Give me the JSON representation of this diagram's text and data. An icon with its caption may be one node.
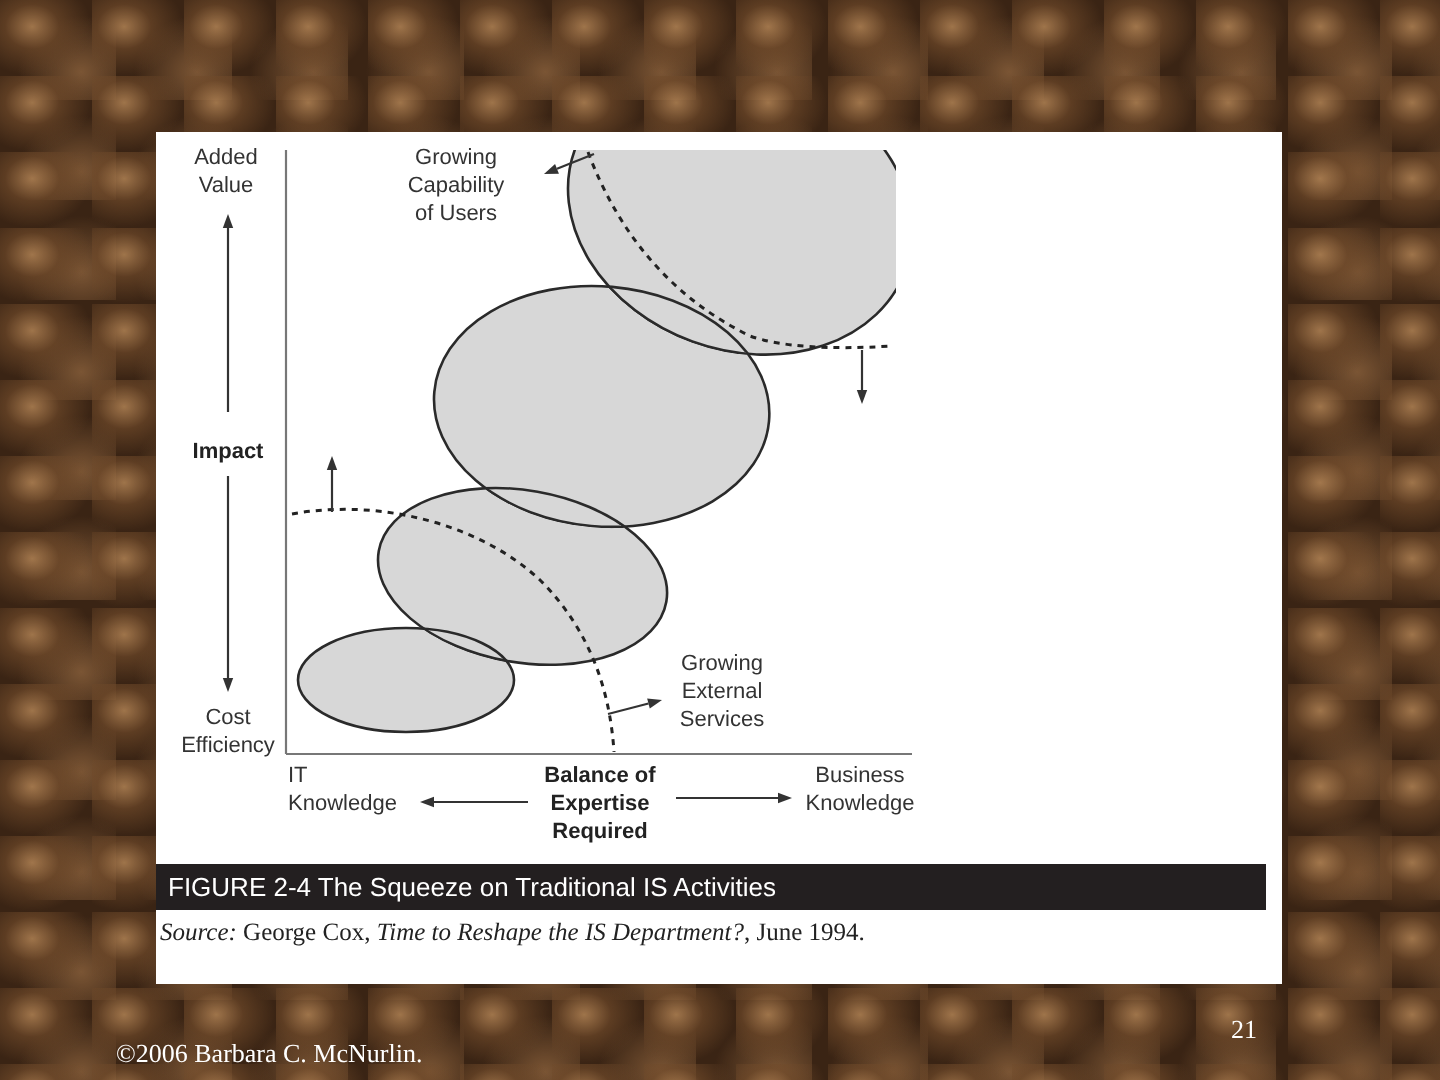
{
  "diagram": {
    "title": "FIGURE 2-4 The Squeeze on Traditional IS Activities",
    "caption": "*Source:* George Cox, *Time to Reshape the IS Department?*, June 1994.",
    "nodes": [
      {
        "text": [],
        "shape": "ellipse"
      },
      {
        "text": [],
        "shape": "ellipse"
      },
      {
        "text": [],
        "shape": "ellipse"
      },
      {
        "text": [],
        "shape": "ellipse"
      }
    ],
    "labels": [
      "Added Value",
      "Growing Capability of Users",
      "Impact",
      "Growing External Services",
      "Cost Efficiency",
      "IT Knowledge",
      "Balance of Expertise Required",
      "Business Knowledge",
      "©2006 Barbara C. McNurlin.",
      "21"
    ]
  }
}
